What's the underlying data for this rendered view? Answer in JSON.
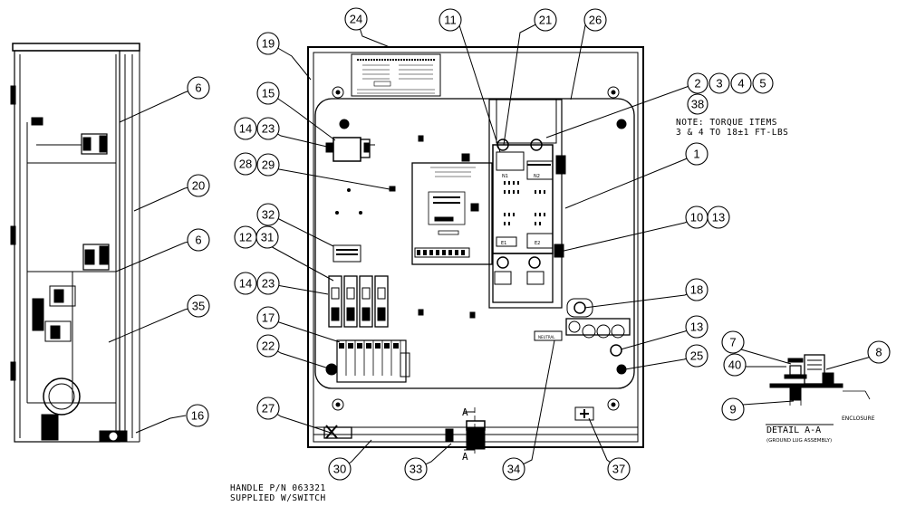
{
  "balloons": [
    {
      "id": "b24",
      "label": "24"
    },
    {
      "id": "b11",
      "label": "11"
    },
    {
      "id": "b21",
      "label": "21"
    },
    {
      "id": "b26",
      "label": "26"
    },
    {
      "id": "b19",
      "label": "19"
    },
    {
      "id": "b6a",
      "label": "6"
    },
    {
      "id": "b15",
      "label": "15"
    },
    {
      "id": "b14a",
      "label": "14"
    },
    {
      "id": "b23a",
      "label": "23"
    },
    {
      "id": "b2",
      "label": "2"
    },
    {
      "id": "b3",
      "label": "3"
    },
    {
      "id": "b4",
      "label": "4"
    },
    {
      "id": "b5",
      "label": "5"
    },
    {
      "id": "b38",
      "label": "38"
    },
    {
      "id": "b28",
      "label": "28"
    },
    {
      "id": "b29",
      "label": "29"
    },
    {
      "id": "b1",
      "label": "1"
    },
    {
      "id": "b20",
      "label": "20"
    },
    {
      "id": "b32",
      "label": "32"
    },
    {
      "id": "b10",
      "label": "10"
    },
    {
      "id": "b13a",
      "label": "13"
    },
    {
      "id": "b6b",
      "label": "6"
    },
    {
      "id": "b12",
      "label": "12"
    },
    {
      "id": "b31",
      "label": "31"
    },
    {
      "id": "b35",
      "label": "35"
    },
    {
      "id": "b14b",
      "label": "14"
    },
    {
      "id": "b23b",
      "label": "23"
    },
    {
      "id": "b18",
      "label": "18"
    },
    {
      "id": "b17",
      "label": "17"
    },
    {
      "id": "b13b",
      "label": "13"
    },
    {
      "id": "b22",
      "label": "22"
    },
    {
      "id": "b7",
      "label": "7"
    },
    {
      "id": "b8",
      "label": "8"
    },
    {
      "id": "b25",
      "label": "25"
    },
    {
      "id": "b40",
      "label": "40"
    },
    {
      "id": "b9",
      "label": "9"
    },
    {
      "id": "b27",
      "label": "27"
    },
    {
      "id": "b16",
      "label": "16"
    },
    {
      "id": "b30",
      "label": "30"
    },
    {
      "id": "b33",
      "label": "33"
    },
    {
      "id": "b34",
      "label": "34"
    },
    {
      "id": "b37",
      "label": "37"
    }
  ],
  "notes": {
    "torque_line1": "NOTE: TORQUE ITEMS",
    "torque_line2": "3 & 4 TO 18±1 FT-LBS",
    "handle_line1": "HANDLE P/N 063321",
    "handle_line2": "SUPPLIED W/SWITCH"
  },
  "detail": {
    "title": "DETAIL A-A",
    "subtitle": "(GROUND LUG ASSEMBLY)",
    "enclosure_label": "ENCLOSURE"
  },
  "section": {
    "top_marker": "A",
    "bottom_marker": "A"
  },
  "labels": {
    "neutral": "NEUTRAL",
    "n1": "N1",
    "n2": "N2",
    "e1": "E1",
    "e2": "E2"
  }
}
